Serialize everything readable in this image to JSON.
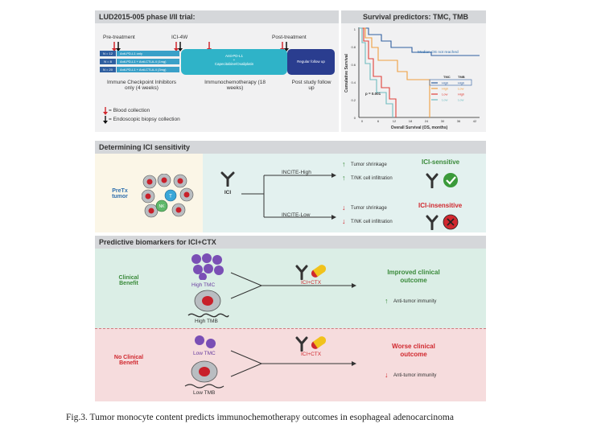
{
  "trial": {
    "title": "LUD2015-005 phase I/II trial:",
    "pre_treatment": "Pre-treatment",
    "ici_4w": "ICI-4W",
    "post_treatment": "Post-treatment",
    "arms": [
      {
        "tag": "N = 12",
        "label": "Anti-PD-L1 only"
      },
      {
        "tag": "N = 8",
        "label": "Anti-PD-L1 + Anti-CTLA-4 (1mg)"
      },
      {
        "tag": "N = 20",
        "label": "Anti-PD-L1 + Anti-CTLA-4 (3mg)"
      }
    ],
    "chemo_line1": "Anti-PD-L1",
    "chemo_line2": "+",
    "chemo_line3": "Capecitabine/Oxaliplatin",
    "followup_box": "Regular follow up",
    "phase1_label": "Immune Checkpoint Inhibitors only (4 weeks)",
    "phase2_label": "Immunochemotherapy (18 weeks)",
    "phase3_label": "Post study follow up",
    "legend_blood": "= Blood collection",
    "legend_biopsy": "= Endoscopic biopsy collection"
  },
  "survival": {
    "title": "Survival predictors: TMC, TMB",
    "ylabel": "Cumulative Survival",
    "xlabel": "Overall Survival (OS, months)",
    "xticks": [
      "0",
      "6",
      "12",
      "18",
      "24",
      "30",
      "36",
      "42"
    ],
    "yticks": [
      "1",
      "0.8",
      "0.6",
      "0.4",
      "0.2",
      "0"
    ],
    "annotation": "Median OS not reached",
    "pvalue": "p = 0.001",
    "legend_head_tmc": "TMC",
    "legend_head_tmb": "TMB",
    "legend": [
      {
        "tmc": "High",
        "tmb": "High",
        "color": "#2f5fa0"
      },
      {
        "tmc": "High",
        "tmb": "Low",
        "color": "#f0a040"
      },
      {
        "tmc": "Low",
        "tmb": "High",
        "color": "#e0403a"
      },
      {
        "tmc": "Low",
        "tmb": "Low",
        "color": "#6fbcc0"
      }
    ]
  },
  "ici": {
    "title": "Determining ICI sensitivity",
    "tumor_label": "PreTx tumor",
    "cell_t": "T",
    "cell_nk": "NK",
    "drug_label": "ICI",
    "incite_high": "INCITE-High",
    "incite_low": "INCITE-Low",
    "high_effects": [
      "Tumor shrinkage",
      "T/NK cell infiltration"
    ],
    "low_effects": [
      "Tumor shrinkage",
      "T/NK cell infiltration"
    ],
    "sensitive": "ICI-sensitive",
    "insensitive": "ICI-insensitive"
  },
  "biomarkers": {
    "title": "Predictive biomarkers for ICI+CTX",
    "benefit": "Clinical Benefit",
    "no_benefit": "No Clinical Benefit",
    "high_tmc": "High TMC",
    "high_tmb": "High TMB",
    "low_tmc": "Low TMC",
    "low_tmb": "Low TMB",
    "drug_label": "ICI+CTX",
    "improved": "Improved clinical outcome",
    "worse": "Worse clinical outcome",
    "anti_up": "Anti-tumor immunity",
    "anti_down": "Anti-tumor immunity"
  },
  "caption": "Fig.3. Tumor monocyte content predicts immunochemotherapy outcomes in esophageal adenocarcinoma",
  "colors": {
    "accent_blue": "#2f6fae",
    "green": "#3a8a3a",
    "red": "#d0282e",
    "benefit_bg": "#dbeee6",
    "no_benefit_bg": "#f6dcdd"
  }
}
